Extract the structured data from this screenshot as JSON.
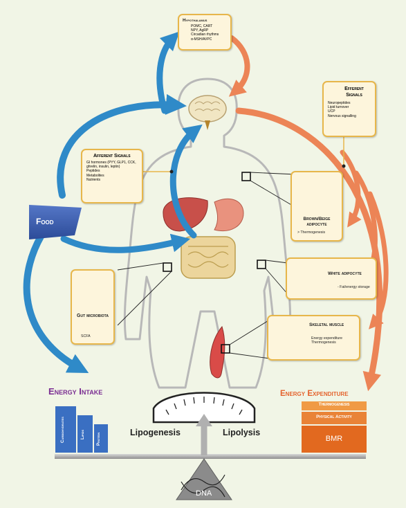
{
  "hypothalamus": {
    "title": "Hypothalamus",
    "items": [
      "POMC, CART",
      "NPY, AgRP",
      "Circadian rhythms",
      "α-MSH/AVPC"
    ]
  },
  "efferent": {
    "title": "Efferent Signals",
    "items": [
      "Neuropeptides",
      "Lipid turnover",
      "UCP",
      "Nervous signalling"
    ]
  },
  "afferent": {
    "title": "Afferent Signals",
    "items": [
      "GI hormones (PYY, GLP1, CCK, ghrelin, insulin, leptin)",
      "Peptides",
      "Metabolites",
      "Nutrients"
    ]
  },
  "food": "Food",
  "brown_adipocyte": {
    "title": "Brown/Beige adipocyte",
    "note": "> Thermogenesis"
  },
  "white_adipocyte": {
    "title": "White adipocyte",
    "note": "- Fat/energy storage"
  },
  "skeletal_muscle": {
    "title": "Skeletal muscle",
    "items": [
      "Energy expenditure",
      "Thermogenesis"
    ]
  },
  "gut_microbiota": {
    "title": "Gut microbiota",
    "note": "SCFA"
  },
  "energy_intake": {
    "title": "Energy Intake",
    "bars": [
      "Carbohydrates",
      "Lipids",
      "Protein"
    ]
  },
  "energy_expenditure": {
    "title": "Energy Expenditure",
    "bars": [
      "Thermogenesis",
      "Physical Activity",
      "BMR"
    ]
  },
  "lipogenesis": "Lipogenesis",
  "lipolysis": "Lipolysis",
  "dna": "DNA",
  "colors": {
    "blue": "#2f8ac8",
    "orange": "#ec8456",
    "intake": "#3a6fc2",
    "expenditure": "#e7742c",
    "box_border": "#e7b64a",
    "box_fill": "#fdf5dc"
  }
}
